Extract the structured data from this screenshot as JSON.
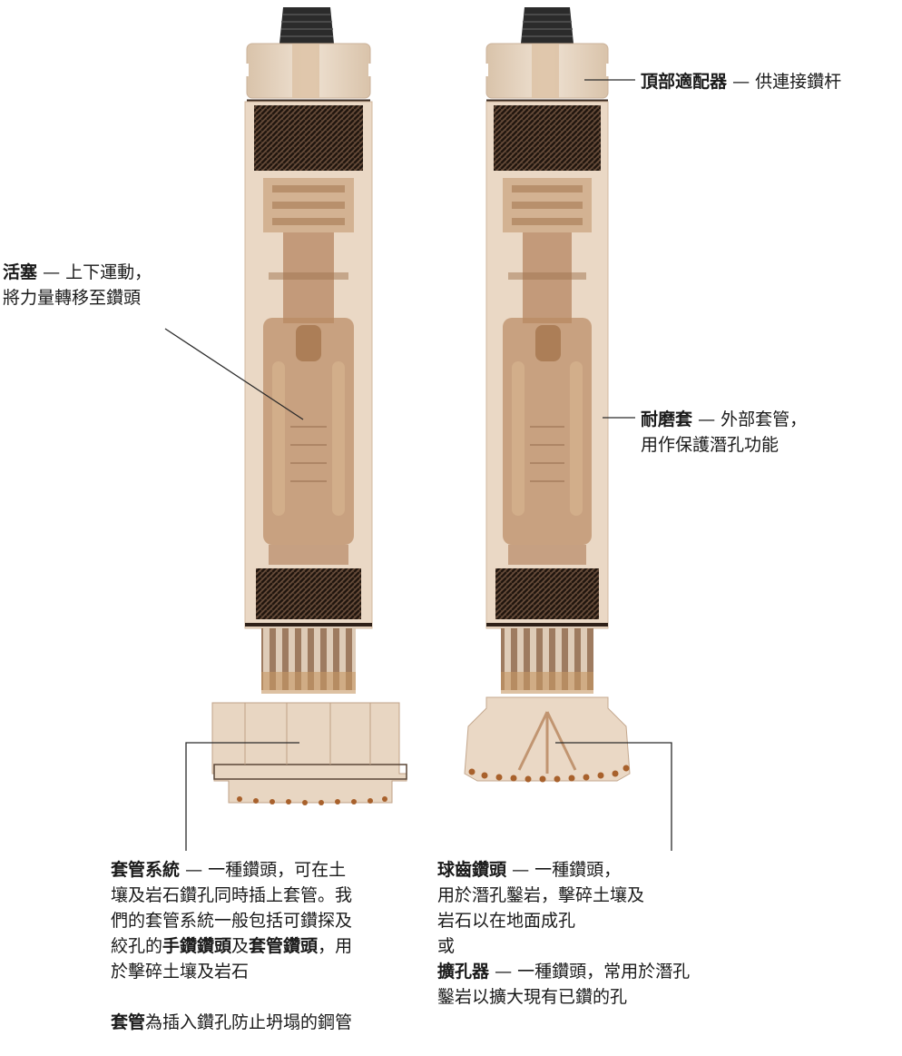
{
  "labels": {
    "top_adapter": {
      "title": "頂部適配器",
      "desc": "— 供連接鑽杆"
    },
    "piston": {
      "title": "活塞",
      "desc_1": "— 上下運動，",
      "desc_2": "將力量轉移至鑽頭"
    },
    "wear_sleeve": {
      "title": "耐磨套",
      "desc_1": "— 外部套管，",
      "desc_2": "用作保護潛孔功能"
    },
    "casing_system": {
      "title": "套管系統",
      "line_1": "— 一種鑽頭，可在土",
      "line_2": "壤及岩石鑽孔同時插上套管。我",
      "line_3": "們的套管系統一般包括可鑽探及",
      "line_4_pre": "絞孔的",
      "line_4_bold_1": "手鑽鑽頭",
      "line_4_mid": "及",
      "line_4_bold_2": "套管鑽頭",
      "line_4_post": "，用",
      "line_5": "於擊碎土壤及岩石",
      "casing_title": "套管",
      "casing_desc": "為插入鑽孔防止坍塌的鋼管"
    },
    "button_bit": {
      "title": "球齒鑽頭",
      "desc_1": "— 一種鑽頭，",
      "line_2": "用於潛孔鑿岩，擊碎土壤及",
      "line_3": "岩石以在地面成孔",
      "or": "或",
      "reamer_title": "擴孔器",
      "reamer_desc_1": "— 一種鑽頭，常用於潛孔",
      "reamer_desc_2": "鑿岩以擴大現有已鑽的孔"
    }
  },
  "colors": {
    "transparent_body": "#e6d2bd",
    "internal_part": "#b5835a",
    "dark_threads": "#3c2a1e",
    "tip_black": "#2b2b2b",
    "carbide_tips": "#a8612c",
    "leader_line": "#2a2a2a"
  }
}
